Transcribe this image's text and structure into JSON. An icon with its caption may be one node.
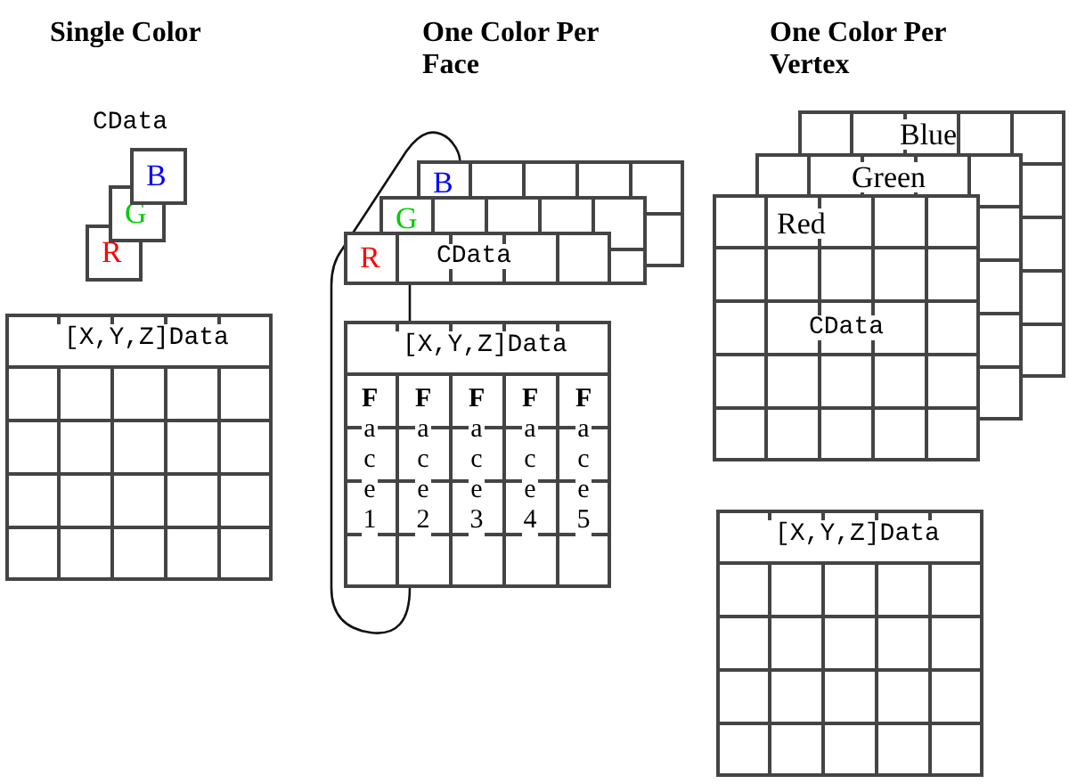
{
  "diagram": {
    "nodes": [
      {
        "text": [
          "R"
        ]
      },
      {
        "text": [
          "G"
        ]
      },
      {
        "text": [
          "B"
        ]
      },
      {
        "text": [
          "[X,Y,Z]Data"
        ]
      },
      {
        "text": [
          "B"
        ]
      },
      {
        "text": [
          "G"
        ]
      },
      {
        "text": [
          "R",
          "CData"
        ]
      },
      {
        "text": [
          "[X,Y,Z]Data",
          "**F**ace1",
          "**F**ace2",
          "**F**ace3",
          "**F**ace4",
          "**F**ace5"
        ]
      },
      {
        "text": [
          "Blue"
        ]
      },
      {
        "text": [
          "Green"
        ]
      },
      {
        "text": [
          "Red",
          "CData"
        ]
      },
      {
        "text": [
          "[X,Y,Z]Data"
        ]
      }
    ],
    "labels": [
      "Single Color",
      "One Color Per Face",
      "One Color Per Vertex",
      "CData"
    ]
  }
}
